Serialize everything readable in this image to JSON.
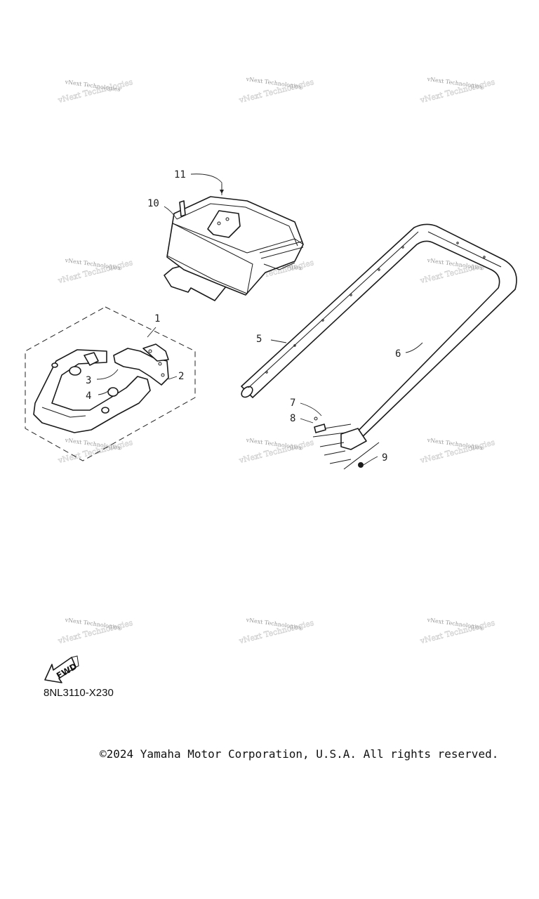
{
  "watermark": {
    "text": "vNext Technologies"
  },
  "callouts": {
    "c1": "1",
    "c2": "2",
    "c3": "3",
    "c4": "4",
    "c5": "5",
    "c6": "6",
    "c7": "7",
    "c8": "8",
    "c9": "9",
    "c10": "10",
    "c11": "11"
  },
  "fwd_label": "FWD",
  "drawing_code": "8NL3110-X230",
  "copyright": "©2024 Yamaha Motor Corporation, U.S.A. All rights reserved."
}
